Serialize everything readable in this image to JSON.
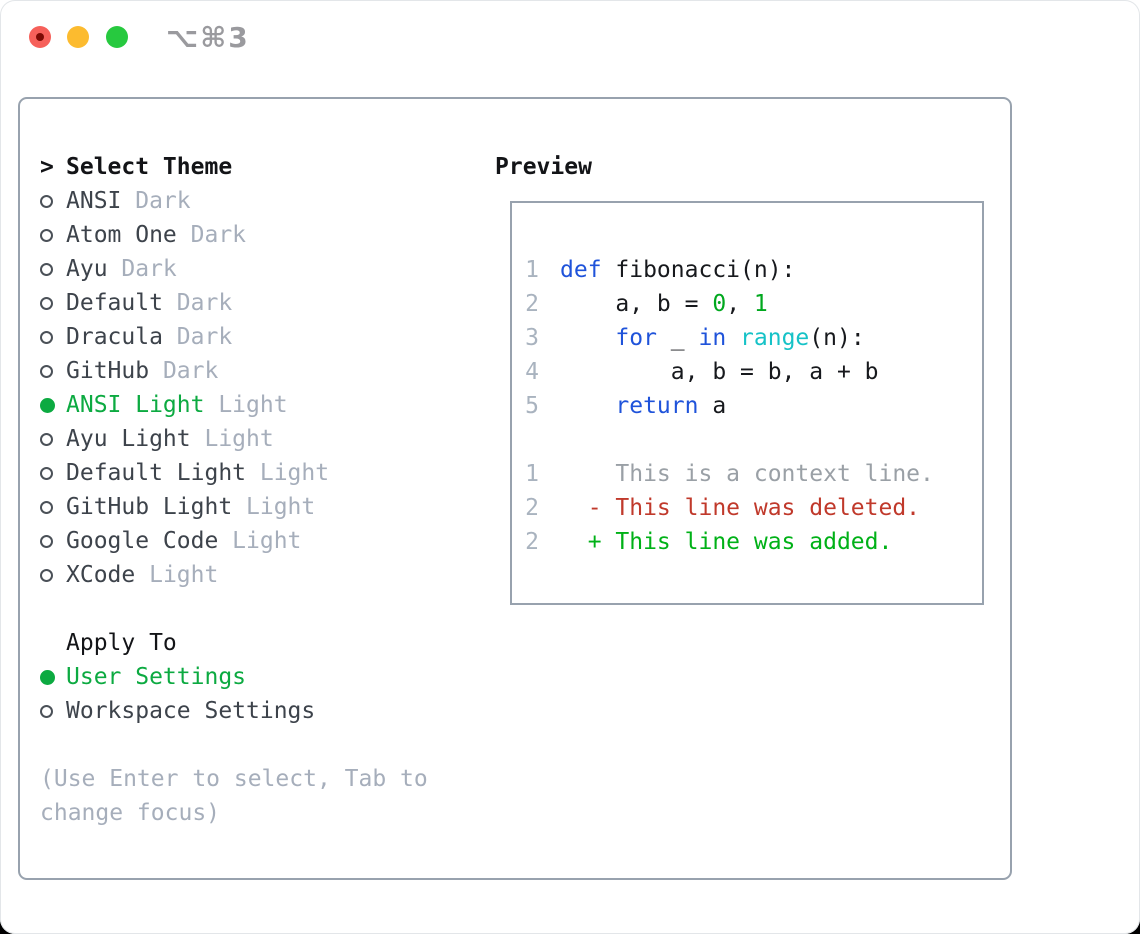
{
  "colors": {
    "accent_green": "#0caa41",
    "literal_green": "#00a81e",
    "added_green": "#00b117",
    "keyword_blue": "#1f53da",
    "builtin_cyan": "#16c2c7",
    "deleted_red": "#c0392b",
    "context_gray": "#9aa0a6",
    "muted_gray": "#a6aebb",
    "line_number_gray": "#a9b3bf",
    "border_gray": "#98a2ae",
    "text_dark": "#3d434b",
    "heading_black": "#131417",
    "traffic_red": "#f6605a",
    "traffic_red_dot": "#7c0a04",
    "traffic_yellow": "#fcbb2f",
    "traffic_green": "#27c93f",
    "shortcut_gray": "#9a9a9e"
  },
  "titlebar": {
    "shortcut": "⌥⌘3"
  },
  "left_pane": {
    "prompt": ">",
    "title": "Select Theme",
    "themes": [
      {
        "name": "ANSI",
        "variant": "Dark",
        "selected": false
      },
      {
        "name": "Atom One",
        "variant": "Dark",
        "selected": false
      },
      {
        "name": "Ayu",
        "variant": "Dark",
        "selected": false
      },
      {
        "name": "Default",
        "variant": "Dark",
        "selected": false
      },
      {
        "name": "Dracula",
        "variant": "Dark",
        "selected": false
      },
      {
        "name": "GitHub",
        "variant": "Dark",
        "selected": false
      },
      {
        "name": "ANSI Light",
        "variant": "Light",
        "selected": true
      },
      {
        "name": "Ayu Light",
        "variant": "Light",
        "selected": false
      },
      {
        "name": "Default Light",
        "variant": "Light",
        "selected": false
      },
      {
        "name": "GitHub Light",
        "variant": "Light",
        "selected": false
      },
      {
        "name": "Google Code",
        "variant": "Light",
        "selected": false
      },
      {
        "name": "XCode",
        "variant": "Light",
        "selected": false
      }
    ],
    "apply_header": "Apply To",
    "apply_options": [
      {
        "label": "User Settings",
        "selected": true
      },
      {
        "label": "Workspace Settings",
        "selected": false
      }
    ],
    "help_text": "(Use Enter to select, Tab to change focus)"
  },
  "preview": {
    "title": "Preview",
    "lines": [
      {
        "num": "1",
        "tokens": [
          {
            "c": "kw",
            "t": "def"
          },
          {
            "c": "p",
            "t": " fibonacci(n):"
          }
        ]
      },
      {
        "num": "2",
        "tokens": [
          {
            "c": "p",
            "t": "    a, b = "
          },
          {
            "c": "lit",
            "t": "0"
          },
          {
            "c": "p",
            "t": ", "
          },
          {
            "c": "lit",
            "t": "1"
          }
        ]
      },
      {
        "num": "3",
        "tokens": [
          {
            "c": "p",
            "t": "    "
          },
          {
            "c": "kw",
            "t": "for"
          },
          {
            "c": "p",
            "t": " _ "
          },
          {
            "c": "kw",
            "t": "in"
          },
          {
            "c": "p",
            "t": " "
          },
          {
            "c": "fn",
            "t": "range"
          },
          {
            "c": "p",
            "t": "(n):"
          }
        ]
      },
      {
        "num": "4",
        "tokens": [
          {
            "c": "p",
            "t": "        a, b = b, a + b"
          }
        ]
      },
      {
        "num": "5",
        "tokens": [
          {
            "c": "p",
            "t": "    "
          },
          {
            "c": "kw",
            "t": "return"
          },
          {
            "c": "p",
            "t": " a"
          }
        ]
      },
      {
        "num": "",
        "tokens": []
      },
      {
        "num": "1",
        "tokens": [
          {
            "c": "ctx",
            "t": "    This is a context line."
          }
        ]
      },
      {
        "num": "2",
        "tokens": [
          {
            "c": "del",
            "t": "  - This line was deleted."
          }
        ]
      },
      {
        "num": "2",
        "tokens": [
          {
            "c": "add",
            "t": "  + This line was added."
          }
        ]
      }
    ]
  }
}
